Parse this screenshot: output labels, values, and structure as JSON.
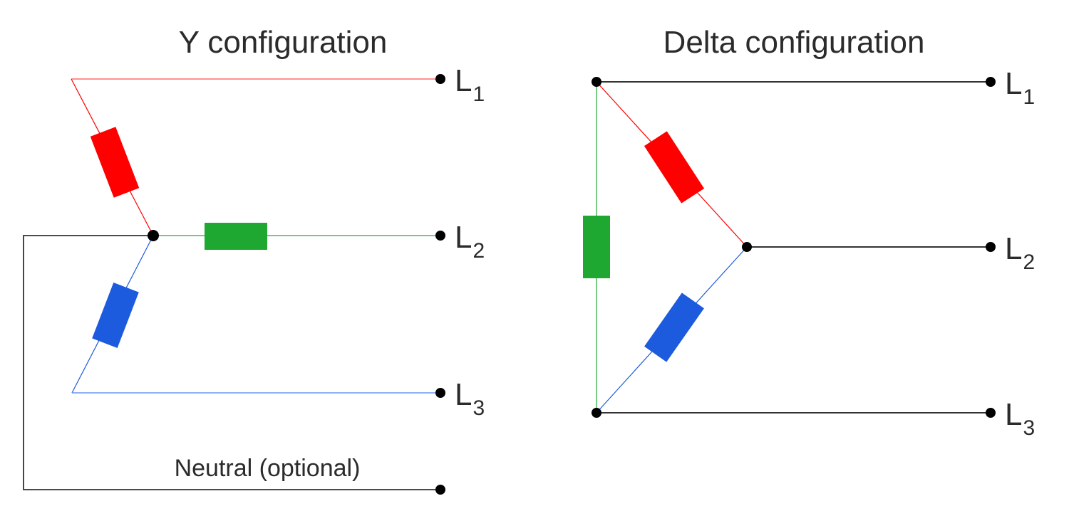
{
  "y_config": {
    "title": "Y configuration",
    "terminals": [
      {
        "name": "L",
        "sub": "1"
      },
      {
        "name": "L",
        "sub": "2"
      },
      {
        "name": "L",
        "sub": "3"
      }
    ],
    "neutral_label": "Neutral (optional)"
  },
  "delta_config": {
    "title": "Delta configuration",
    "terminals": [
      {
        "name": "L",
        "sub": "1"
      },
      {
        "name": "L",
        "sub": "2"
      },
      {
        "name": "L",
        "sub": "3"
      }
    ]
  },
  "colors": {
    "phase1": "#ff0000",
    "phase2": "#1ea832",
    "phase3": "#1c5ade",
    "wire": "#333333",
    "node": "#000000"
  }
}
